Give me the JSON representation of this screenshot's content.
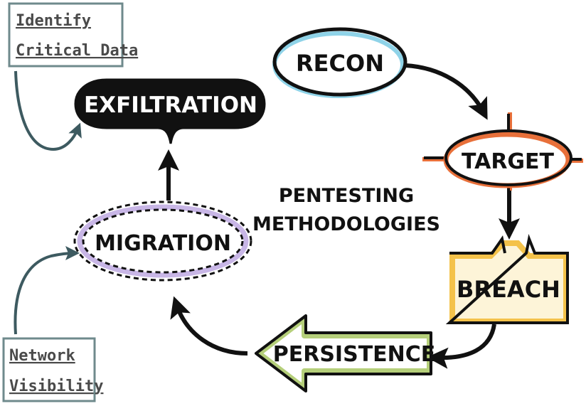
{
  "diagram": {
    "title_lines": [
      "PENTESTING",
      "METHODOLOGIES"
    ],
    "nodes": {
      "recon": {
        "label": "RECON",
        "accent": "#8fd3e8"
      },
      "target": {
        "label": "TARGET",
        "accent": "#e8703a"
      },
      "breach": {
        "label": "BREACH",
        "accent": "#f4c24a"
      },
      "persistence": {
        "label": "PERSISTENCE",
        "accent": "#b5cf7a"
      },
      "migration": {
        "label": "MIGRATION",
        "accent": "#c8b6e6"
      },
      "exfiltration": {
        "label": "EXFILTRATION",
        "fill": "#111111",
        "text_color": "#ffffff"
      }
    },
    "notes": {
      "critical_data": {
        "lines": [
          "Identify",
          "Critical Data"
        ]
      },
      "network_visibility": {
        "lines": [
          "Network",
          "Visibility"
        ]
      }
    },
    "colors": {
      "ink": "#111111",
      "note_border": "#6f8a8c",
      "note_text": "#4a4a4a",
      "note_arrow": "#3d5a60"
    }
  }
}
